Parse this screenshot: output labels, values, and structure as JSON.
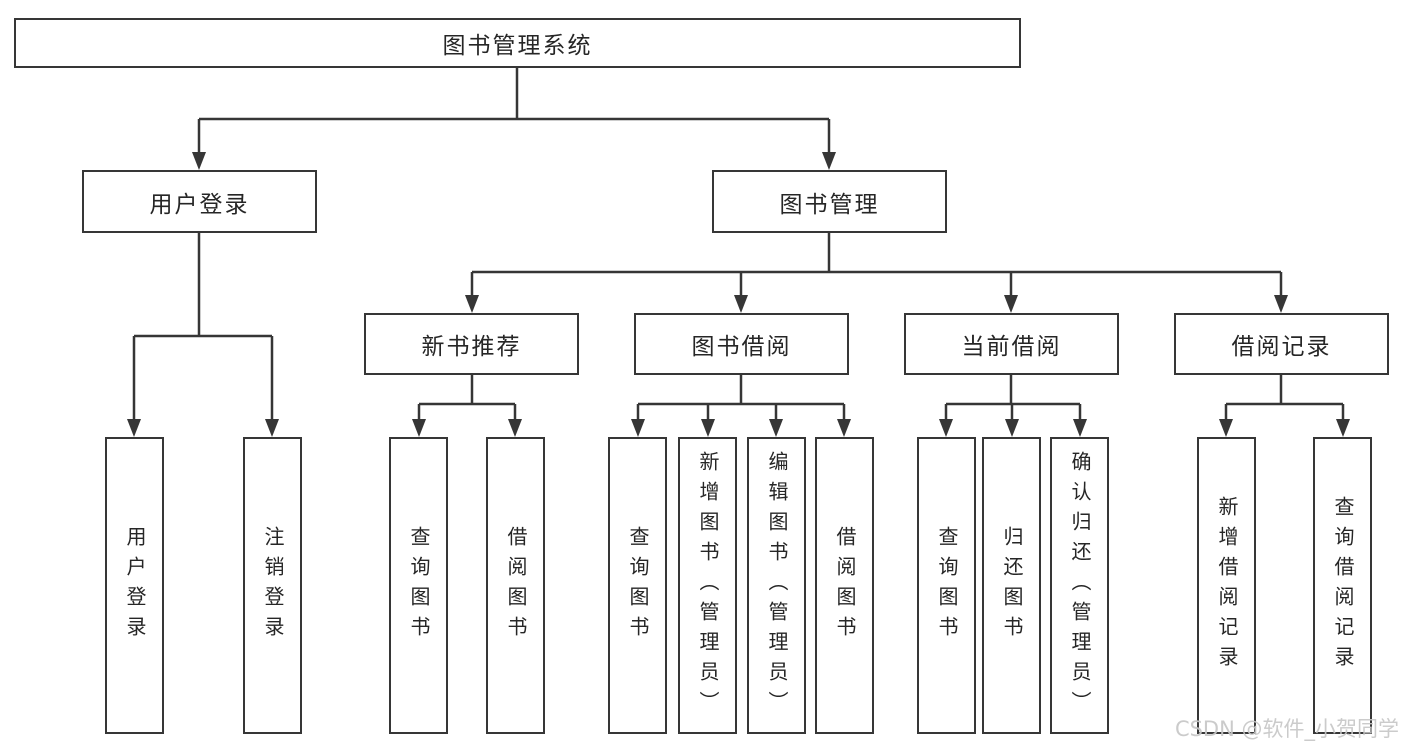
{
  "diagram": {
    "title": "图书管理系统",
    "root": {
      "label": "图书管理系统"
    },
    "level2": [
      {
        "id": "user-login",
        "label": "用户登录"
      },
      {
        "id": "book-management",
        "label": "图书管理"
      }
    ],
    "level3": [
      {
        "id": "new-book-recommend",
        "parent": "图书管理",
        "label": "新书推荐"
      },
      {
        "id": "book-borrowing",
        "parent": "图书管理",
        "label": "图书借阅"
      },
      {
        "id": "current-borrowing",
        "parent": "图书管理",
        "label": "当前借阅"
      },
      {
        "id": "borrowing-records",
        "parent": "图书管理",
        "label": "借阅记录"
      }
    ],
    "leaves": [
      {
        "parent": "用户登录",
        "label": "用户登录"
      },
      {
        "parent": "用户登录",
        "label": "注销登录"
      },
      {
        "parent": "新书推荐",
        "label": "查询图书"
      },
      {
        "parent": "新书推荐",
        "label": "借阅图书"
      },
      {
        "parent": "图书借阅",
        "label": "查询图书"
      },
      {
        "parent": "图书借阅",
        "label": "新增图书（管理员）"
      },
      {
        "parent": "图书借阅",
        "label": "编辑图书（管理员）"
      },
      {
        "parent": "图书借阅",
        "label": "借阅图书"
      },
      {
        "parent": "当前借阅",
        "label": "查询图书"
      },
      {
        "parent": "当前借阅",
        "label": "归还图书"
      },
      {
        "parent": "当前借阅",
        "label": "确认归还（管理员）"
      },
      {
        "parent": "借阅记录",
        "label": "新增借阅记录"
      },
      {
        "parent": "借阅记录",
        "label": "查询借阅记录"
      }
    ]
  },
  "colors": {
    "line": "#363636",
    "text": "#262626",
    "background": "#ffffff",
    "watermark": "#c7c7c7"
  },
  "watermark": {
    "text": "CSDN @软件_小贺同学"
  }
}
